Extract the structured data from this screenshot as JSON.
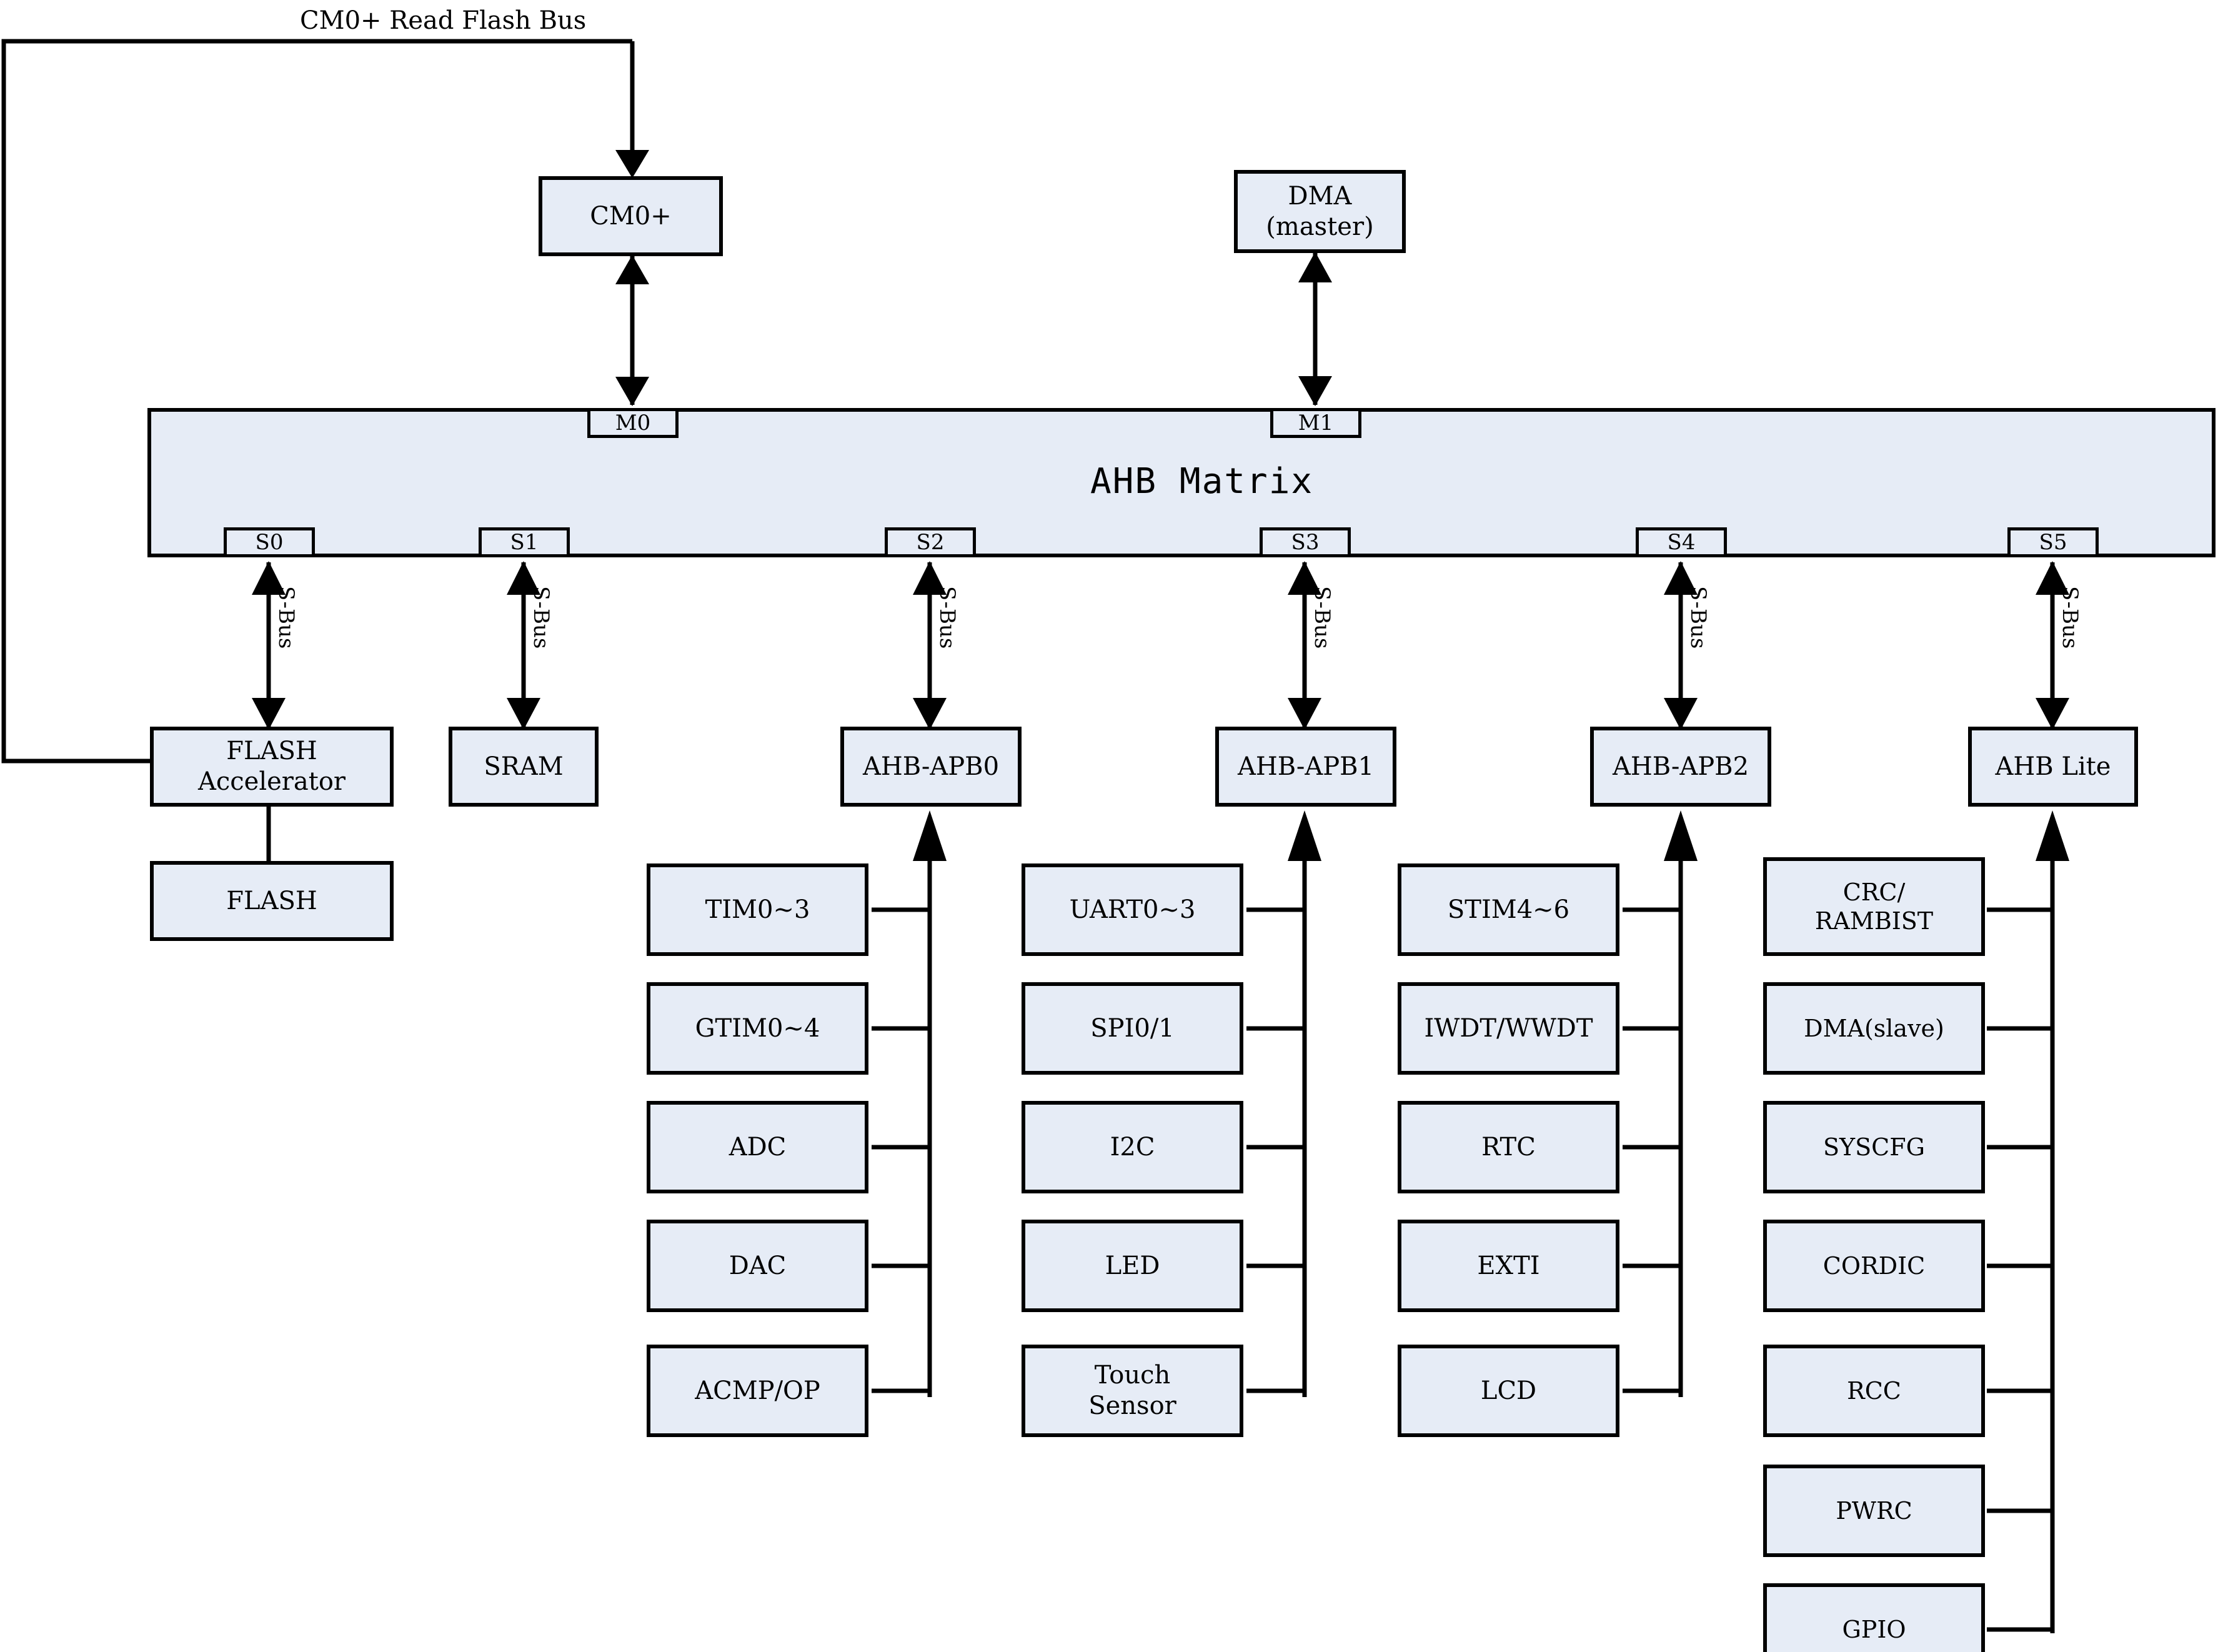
{
  "diagram": {
    "title_caption": "CM0+ Read Flash Bus",
    "matrix_label": "AHB Matrix",
    "bus_label": "S-Bus",
    "colors": {
      "block_fill": "#e6ecf6",
      "block_stroke": "#000000",
      "background": "#ffffff"
    }
  },
  "masters": [
    {
      "id": "cm0",
      "label": "CM0+",
      "port": "M0"
    },
    {
      "id": "dma",
      "label": "DMA\n(master)",
      "port": "M1"
    }
  ],
  "matrix_ports": {
    "masters": [
      "M0",
      "M1"
    ],
    "slaves": [
      "S0",
      "S1",
      "S2",
      "S3",
      "S4",
      "S5"
    ]
  },
  "slaves": [
    {
      "port": "S0",
      "label": "FLASH\nAccelerator",
      "bus": "S-Bus"
    },
    {
      "port": "S1",
      "label": "SRAM",
      "bus": "S-Bus"
    },
    {
      "port": "S2",
      "label": "AHB-APB0",
      "bus": "S-Bus"
    },
    {
      "port": "S3",
      "label": "AHB-APB1",
      "bus": "S-Bus"
    },
    {
      "port": "S4",
      "label": "AHB-APB2",
      "bus": "S-Bus"
    },
    {
      "port": "S5",
      "label": "AHB Lite",
      "bus": "S-Bus"
    }
  ],
  "memory": {
    "flash_label": "FLASH"
  },
  "peripheral_columns": [
    {
      "bridge": "AHB-APB0",
      "items": [
        {
          "label": "TIM0~3"
        },
        {
          "label": "GTIM0~4"
        },
        {
          "label": "ADC"
        },
        {
          "label": "DAC"
        },
        {
          "label": "ACMP/OP"
        }
      ]
    },
    {
      "bridge": "AHB-APB1",
      "items": [
        {
          "label": "UART0~3"
        },
        {
          "label": "SPI0/1"
        },
        {
          "label": "I2C"
        },
        {
          "label": "LED"
        },
        {
          "label": "Touch\nSensor"
        }
      ]
    },
    {
      "bridge": "AHB-APB2",
      "items": [
        {
          "label": "STIM4~6"
        },
        {
          "label": "IWDT/WWDT"
        },
        {
          "label": "RTC"
        },
        {
          "label": "EXTI"
        },
        {
          "label": "LCD"
        }
      ]
    },
    {
      "bridge": "AHB Lite",
      "items": [
        {
          "label": "CRC/\nRAMBIST"
        },
        {
          "label": "DMA(slave)"
        },
        {
          "label": "SYSCFG"
        },
        {
          "label": "CORDIC"
        },
        {
          "label": "RCC"
        },
        {
          "label": "PWRC"
        },
        {
          "label": "GPIO"
        }
      ]
    }
  ]
}
